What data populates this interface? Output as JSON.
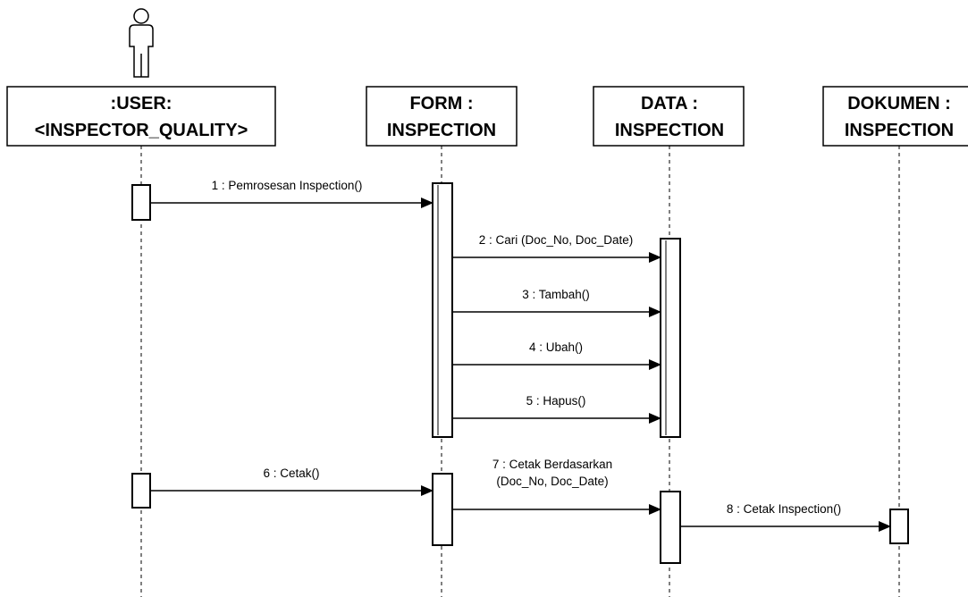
{
  "diagram": {
    "actor_icon": "stick-figure-icon",
    "lifelines": [
      {
        "id": "user",
        "line1": ":USER:",
        "line2": "<INSPECTOR_QUALITY>"
      },
      {
        "id": "form",
        "line1": "FORM :",
        "line2": "INSPECTION"
      },
      {
        "id": "data",
        "line1": "DATA :",
        "line2": "INSPECTION"
      },
      {
        "id": "dokumen",
        "line1": "DOKUMEN :",
        "line2": "INSPECTION"
      }
    ],
    "messages": [
      {
        "id": "m1",
        "label": "1 : Pemrosesan Inspection()"
      },
      {
        "id": "m2",
        "label": "2 : Cari (Doc_No, Doc_Date)"
      },
      {
        "id": "m3",
        "label": "3 : Tambah()"
      },
      {
        "id": "m4",
        "label": "4 : Ubah()"
      },
      {
        "id": "m5",
        "label": "5 : Hapus()"
      },
      {
        "id": "m6",
        "label": "6 : Cetak()"
      },
      {
        "id": "m7",
        "label_line1": "7 : Cetak Berdasarkan",
        "label_line2": "(Doc_No, Doc_Date)"
      },
      {
        "id": "m8",
        "label": "8 : Cetak Inspection()"
      }
    ]
  }
}
